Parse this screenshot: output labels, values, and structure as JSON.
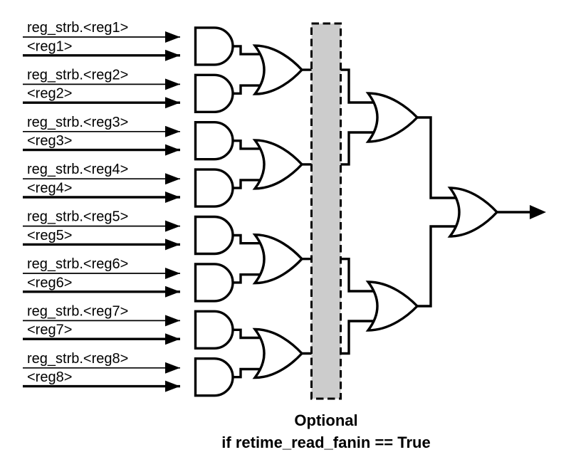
{
  "diagram": {
    "title_semantics": "register read fanin gate tree",
    "inputs": [
      {
        "strb": "reg_strb.<reg1>",
        "reg": "<reg1>"
      },
      {
        "strb": "reg_strb.<reg2>",
        "reg": "<reg2>"
      },
      {
        "strb": "reg_strb.<reg3>",
        "reg": "<reg3>"
      },
      {
        "strb": "reg_strb.<reg4>",
        "reg": "<reg4>"
      },
      {
        "strb": "reg_strb.<reg5>",
        "reg": "<reg5>"
      },
      {
        "strb": "reg_strb.<reg6>",
        "reg": "<reg6>"
      },
      {
        "strb": "reg_strb.<reg7>",
        "reg": "<reg7>"
      },
      {
        "strb": "reg_strb.<reg8>",
        "reg": "<reg8>"
      }
    ],
    "gate_types": {
      "stage1": "AND",
      "stage2": "OR",
      "stage3": "OR",
      "final": "OR"
    },
    "caption": {
      "line1": "Optional",
      "line2": "if retime_read_fanin == True"
    },
    "colors": {
      "line": "#000000",
      "gate_fill": "#ffffff",
      "box_fill": "#cccccc",
      "text": "#000000",
      "background": "#ffffff"
    }
  }
}
